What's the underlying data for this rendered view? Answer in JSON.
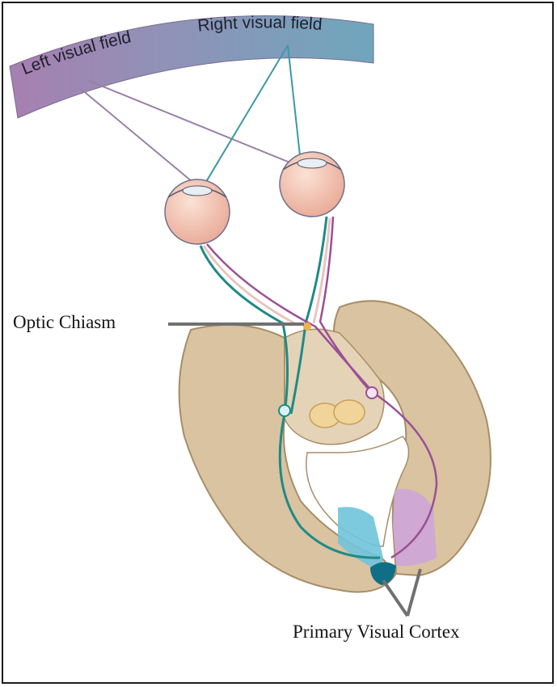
{
  "labels": {
    "left_visual_field": "Left visual field",
    "right_visual_field": "Right visual field",
    "optic_chiasm": "Optic Chiasm",
    "primary_visual_cortex": "Primary Visual Cortex"
  },
  "colors": {
    "left_field": "#a77fb0",
    "right_field": "#6fa6bd",
    "left_pathway": "#9b4f94",
    "right_pathway": "#1f8a86",
    "brain_tissue": "#d9c3a1",
    "brain_outline": "#a88d67",
    "eyeball": "#f4c9ba",
    "left_cortex_region": "#cfa6d6",
    "right_cortex_region": "#6fc4da"
  }
}
